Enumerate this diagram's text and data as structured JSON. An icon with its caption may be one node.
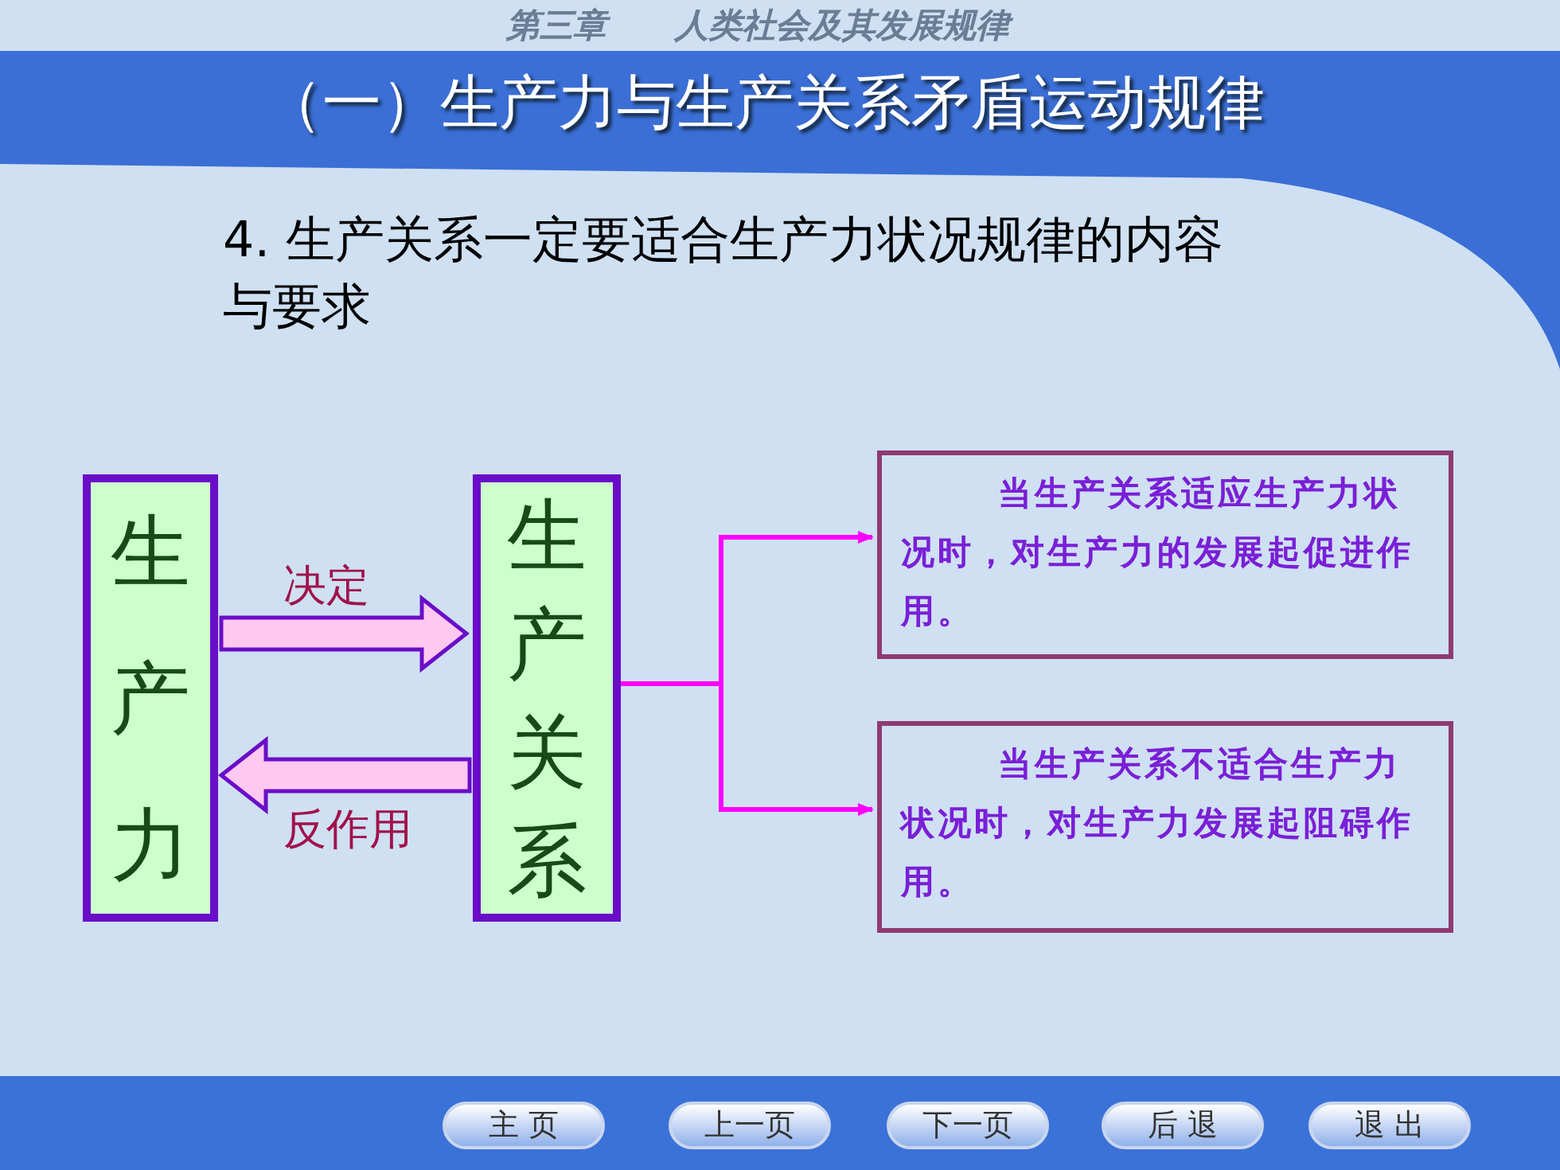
{
  "diagram": {
    "title": "（一）生产力与生产关系矛盾运动规律",
    "nodes": [
      {
        "text": [
          "生产力"
        ]
      },
      {
        "text": [
          "生产关系"
        ]
      },
      {
        "text": [
          "当生产关系适应生产力状况时，对生产力的发展起促进作用。"
        ]
      },
      {
        "text": [
          "当生产关系不适合生产力状况时，对生产力发展起阻碍作用。"
        ]
      }
    ],
    "edges": [
      {
        "from": 0,
        "to": 1,
        "arrow": "to",
        "label": "决定"
      },
      {
        "from": 1,
        "to": 0,
        "arrow": "to",
        "label": "反作用"
      },
      {
        "from": 1,
        "to": 2,
        "arrow": "to",
        "color": "#ff00ff"
      },
      {
        "from": 1,
        "to": 3,
        "arrow": "to",
        "color": "#ff00ff"
      }
    ],
    "labels": [
      "第三章",
      "人类社会及其发展规律",
      "4. 生产关系一定要适合生产力状况规律的内容与要求",
      "主 页",
      "上一页",
      "下一页",
      "后 退",
      "退 出"
    ]
  }
}
